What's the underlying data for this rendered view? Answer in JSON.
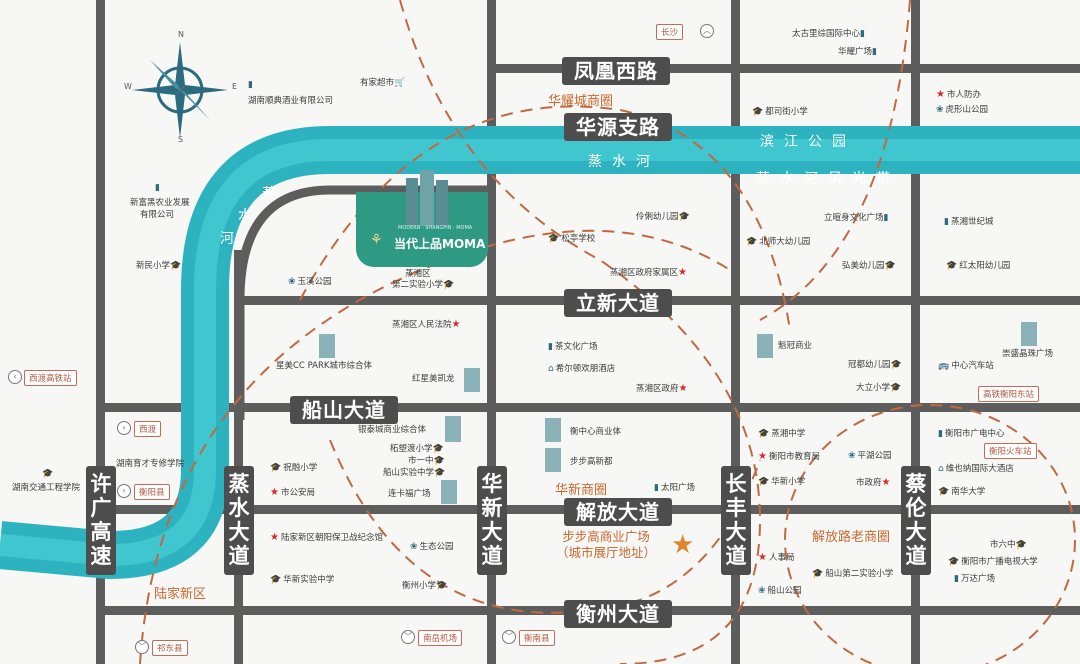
{
  "roads": {
    "fenghuang": "凤凰西路",
    "huayuan": "华源支路",
    "lixin": "立新大道",
    "chuanshan": "船山大道",
    "jiefang": "解放大道",
    "hengzhou": "衡州大道",
    "xuguang": "许广高速",
    "zhengshui": "蒸水大道",
    "huaxin": "华新大道",
    "changfeng": "长丰大道",
    "cailun": "蔡伦大道"
  },
  "river": {
    "zhengshui_he_upper": "蒸水河",
    "zhengshui_he_left": "蒸",
    "zhengshui_he_left2": "水",
    "zhengshui_he_left3": "河",
    "binjiang_park": "滨江公园",
    "scenic_belt": "蒸水河风光带"
  },
  "project": {
    "name": "当代上品MOMA",
    "subtitle": "MODERN · SHANGPIN · MOMA"
  },
  "center": {
    "line1": "步步高商业广场",
    "line2": "（城市展厅地址）"
  },
  "districts": {
    "huayao_shq": "华耀城商圈",
    "huaxin_shq": "华新商圈",
    "jiefanglu_shq": "解放路老商圈",
    "lujia": "陆家新区"
  },
  "compass": {
    "n": "N",
    "s": "S",
    "w": "W",
    "e": "E"
  },
  "directions": {
    "changsha": "长沙",
    "xidu_gaotie": "西渡高铁站",
    "xidu": "西渡",
    "hengyang_county": "衡阳县",
    "qidong": "祁东县",
    "nanyue_airport": "南岳机场",
    "hengnan": "衡南县",
    "hengyang_east": "高铁衡阳东站",
    "hengyang_station": "衡阳火车站"
  },
  "pois": {
    "youjia": "有家超市",
    "hunan_shuangjia": "湖南顺典酒业有限公司",
    "xinfu_nongye1": "新富黑农业发展",
    "xinfu_nongye2": "有限公司",
    "xinmin": "新民小学",
    "yuxi_park": "玉溪公园",
    "zhengxiang_2nd1": "蒸湘区",
    "zhengxiang_2nd2": "第二实验小学",
    "taigu": "太古里综国际中心",
    "huayao_plaza": "华耀广场",
    "dusi": "都司街小学",
    "renfang": "市人防办",
    "huxing_park": "虎形山公园",
    "lingli_kg": "伶俐幼儿园",
    "songting": "松亭学校",
    "zx_family": "蒸湘区政府家属区",
    "lixuan_culture": "立暄身文化广场",
    "beishi_kg": "北师大幼儿园",
    "hongmei_kg": "弘美幼儿园",
    "zx_shijicheng": "蒸湘世纪城",
    "hongtaiyang_kg": "红太阳幼儿园",
    "zx_court": "蒸湘区人民法院",
    "xingmei_park": "星美CC PARK城市综合体",
    "hongxing_kl": "红星美凯龙",
    "cha_culture": "茶文化广场",
    "xierdun": "希尔顿欢朋酒店",
    "zx_gov": "蒸湘区政府",
    "kuiguan": "魁冠商业",
    "guanlin_kg": "冠都幼儿园",
    "dali_school": "大立小学",
    "zhongxin_bus": "中心汽车站",
    "chongsheng": "崇盛晶珠广场",
    "yintai": "银泰城商业综合体",
    "bailu_school": "柘塑渡小学",
    "shiyizhong": "市一中",
    "chuanshan_exp": "船山实验中学",
    "zhuri_school": "祝融小学",
    "shi_gongan": "市公安局",
    "lianka": "连卡福广场",
    "jiezhongxin": "衡中心商业体",
    "bubugao_city": "步步高新都",
    "taiyang_plaza": "太阳广场",
    "zhengxiang_mid": "蒸湘中学",
    "hy_edu": "衡阳市教育局",
    "pinghu_park": "平湖公园",
    "huaxin_school": "华新小学",
    "shi_gov": "市政府",
    "hy_radio": "衡阳市广电中心",
    "weiye": "维也纳国际大酒店",
    "nanhua_univ": "南华大学",
    "hunan_talent": "湖南育才专修学院",
    "hunan_traffic": "湖南交通工程学院",
    "lujia_memorial": "陆家新区朝阳保卫战纪念馆",
    "shengtai_park": "生态公园",
    "huaxin_exp": "华新实验中学",
    "hengzhou_school": "衡州小学",
    "renshi": "人事局",
    "chuanshan_1st": "船山第二实验小学",
    "chuanshan_park": "船山公园",
    "liuzhong": "市六中",
    "hy_tv_univ": "衡阳市广播电视大学",
    "wanda": "万达广场"
  }
}
